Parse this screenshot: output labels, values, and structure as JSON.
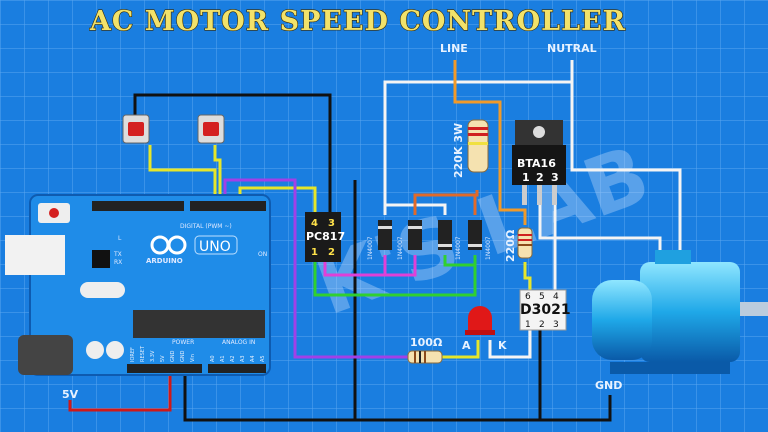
{
  "title": "AC MOTOR SPEED CONTROLLER",
  "watermark": "K'S LAB",
  "labels": {
    "line": "LINE",
    "neutral": "NUTRAL",
    "gnd": "GND",
    "five_v": "5V"
  },
  "components": {
    "optocoupler": {
      "name": "PC817",
      "pins": [
        "4",
        "3",
        "1",
        "2"
      ]
    },
    "triac": {
      "name": "BTA16",
      "pins": [
        "1",
        "2",
        "3"
      ]
    },
    "triac_driver": {
      "name": "D3021",
      "pins_top": [
        "6",
        "5",
        "4"
      ],
      "pins_bottom": [
        "1",
        "2",
        "3"
      ]
    },
    "resistor_line": "220K 3W",
    "resistor_gate": "220Ω",
    "resistor_led": "100Ω",
    "diodes": [
      "1N4007",
      "1N4007",
      "1N4007",
      "1N4007"
    ],
    "led_pins": {
      "anode": "A",
      "cathode": "K"
    }
  },
  "arduino": {
    "brand": "ARDUINO",
    "model": "UNO",
    "digital_label": "DIGITAL (PWM ~)",
    "power_label": "POWER",
    "analog_label": "ANALOG IN",
    "tx": "TX",
    "rx": "RX",
    "l": "L",
    "on": "ON",
    "power_pins": [
      "IOREF",
      "RESET",
      "3.3V",
      "5V",
      "GND",
      "GND",
      "Vin"
    ],
    "analog_pins": [
      "A0",
      "A1",
      "A2",
      "A3",
      "A4",
      "A5"
    ]
  },
  "colors": {
    "background": "#1a7ee0",
    "grid": "#5aa6f0",
    "title": "#f2e26a",
    "board": "#1f8ce8"
  }
}
